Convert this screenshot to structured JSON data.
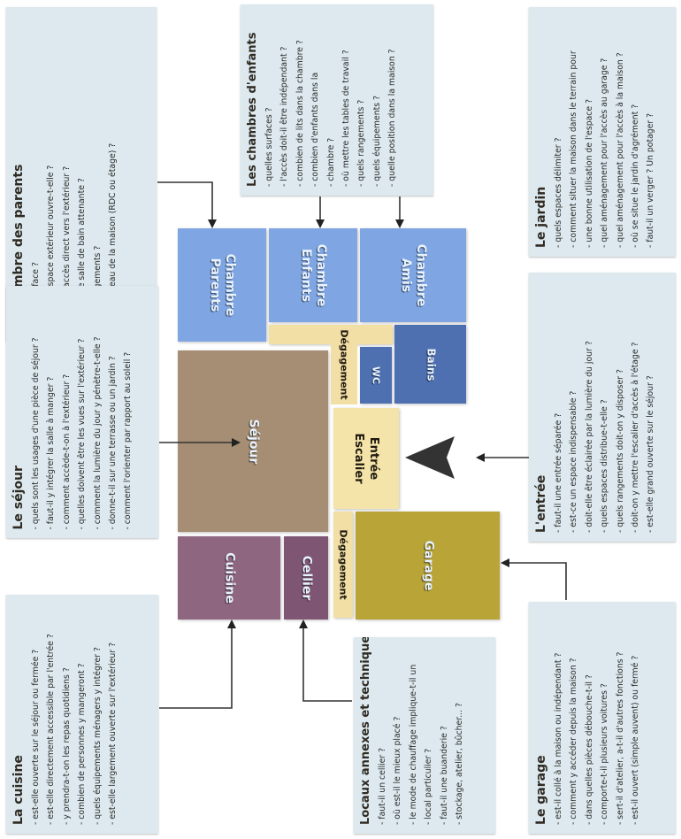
{
  "rooms": {
    "chambre_parents": [
      "Chambre",
      "Parents"
    ],
    "chambre_enfants": [
      "Chambre",
      "Enfants"
    ],
    "chambre_amis": [
      "Chambre",
      "Amis"
    ],
    "degagement_haut": "Dégagement",
    "wc": "WC",
    "bains": "Bains",
    "sejour": "Séjour",
    "entree": [
      "Entrée",
      "Escalier"
    ],
    "degagement_bas": "Dégagement",
    "garage": "Garage",
    "cuisine": "Cuisine",
    "cellier": "Cellier"
  },
  "boxes": {
    "parents": {
      "title": "La chambre des parents",
      "items": [
        "quelle surface ?",
        "sur quel espace extérieur ouvre-t-elle ?",
        "faut-il un accès direct vers l'extérieur ?",
        "y a-t-il une salle de bain attenante ?",
        "quels rangements ?",
        "à quel niveau de la maison (RDC ou étage) ?"
      ]
    },
    "enfants": {
      "title": "Les chambres d'enfants",
      "items": [
        "quelles surfaces ?",
        "l'accès doit-il être indépendant ?",
        "combien de lits dans la chambre ?",
        "combien d'enfants dans la",
        "chambre ?",
        "où mettre les tables de travail ?",
        "quels rangements ?",
        "quels équipements ?",
        "quelle position dans la maison ?"
      ]
    },
    "jardin": {
      "title": "Le jardin",
      "items": [
        "quels espaces délimiter ?",
        "comment situer la maison dans le terrain pour",
        "une bonne utilisation de l'espace ?",
        "quel aménagement pour l'accès au garage ?",
        "quel aménagement pour l'accès à la maison ?",
        "où se situe le jardin d'agrément ?",
        "faut-il un verger ? Un potager ?"
      ]
    },
    "sejour": {
      "title": "Le séjour",
      "items": [
        "quels sont les usages d'une pièce de séjour ?",
        "faut-il y intégrer la salle à manger ?",
        "comment accède-t-on à l'extérieur ?",
        "quelles doivent être les vues sur l'extérieur ?",
        "comment la lumière du jour y pénètre-t-elle ?",
        "donne-t-il sur une terrasse ou un jardin ?",
        "comment l'orienter par rapport au soleil ?"
      ]
    },
    "entree": {
      "title": "L'entrée",
      "items": [
        "faut-il une entrée séparée ?",
        "est-ce un espace indispensable ?",
        "doit-elle être éclairée par la lumière du jour ?",
        "quels espaces distribue-t-elle ?",
        "quels rangements doit-on y disposer ?",
        "doit-on y mettre l'escalier d'accès à l'étage ?",
        "est-elle grand ouverte sur le séjour ?"
      ]
    },
    "cuisine": {
      "title": "La cuisine",
      "items": [
        "est-elle ouverte sur le séjour ou fermée ?",
        "est-elle directement accessible par l'entrée ?",
        "y prendra-t-on les repas quotidiens ?",
        "combien de personnes y mangeront ?",
        "quels équipements ménagers y intégrer ?",
        "est-elle largement ouverte sur l'extérieur ?"
      ]
    },
    "annexes": {
      "title": "Locaux annexes et techniques",
      "items": [
        "faut-il un cellier ?",
        "où est-il le mieux placé ?",
        "le mode de chauffage implique-t-il un",
        "local particulier ?",
        "faut-il une buanderie ?",
        "stockage, atelier, bûcher... ?"
      ]
    },
    "garage": {
      "title": "Le garage",
      "items": [
        "est-il collé à la maison ou indépendant ?",
        "comment y accéder depuis la maison ?",
        "dans quelles pièces débouche-t-il ?",
        "comporte-t-il plusieurs voitures ?",
        "sert-il d'atelier, a-t-il d'autres fonctions ?",
        "est-il ouvert (simple auvent) ou fermé ?"
      ]
    }
  },
  "colors": {
    "box_bg": "#dde9ee",
    "chambre_blue": "#7fa6e3",
    "degagement": "#f2dfa6",
    "wc_bains": "#4e6fb0",
    "sejour": "#a58e73",
    "entree": "#f4e4a9",
    "garage": "#b9a437",
    "cuisine": "#8f6680",
    "cellier": "#7e5573"
  }
}
